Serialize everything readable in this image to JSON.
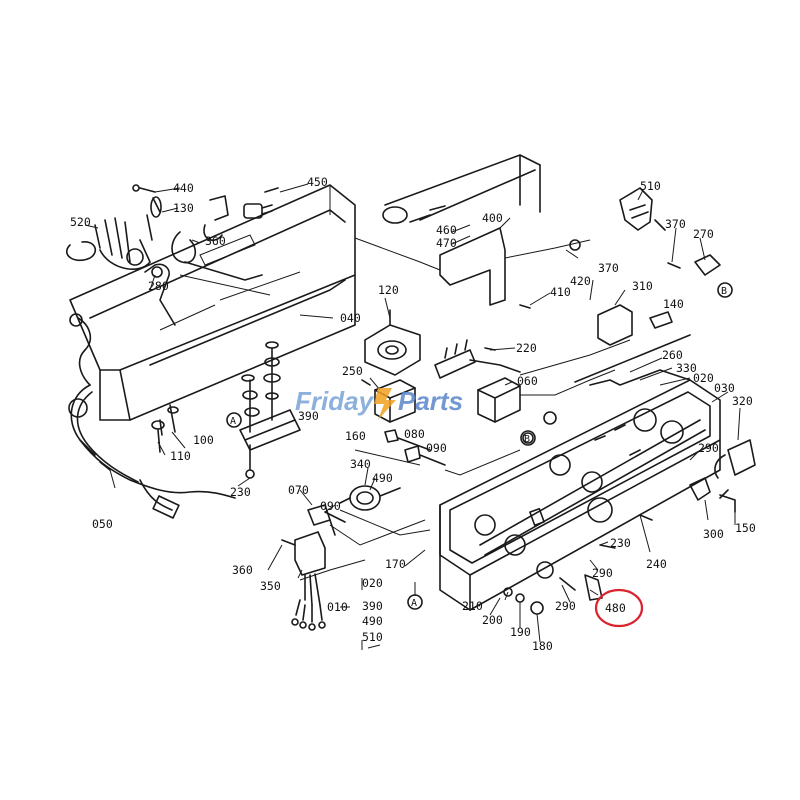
{
  "watermark": {
    "part1": "Friday",
    "part2": "Parts"
  },
  "highlight_color": "#d9232e",
  "brand_colors": {
    "friday": "#7aa3d8",
    "bolt": "#f0a020",
    "parts": "#5b86c9"
  },
  "callouts": {
    "c510": "510",
    "c370a": "370",
    "c270": "270",
    "cB1": "B",
    "c440": "440",
    "c130": "130",
    "c450": "450",
    "c520": "520",
    "c360a": "360",
    "c280": "280",
    "c460": "460",
    "c470": "470",
    "c400": "400",
    "c420": "420",
    "c370b": "370",
    "c410": "410",
    "c310": "310",
    "c140": "140",
    "c120": "120",
    "c040": "040",
    "c220": "220",
    "c250": "250",
    "c260": "260",
    "c330": "330",
    "c020a": "020",
    "c030": "030",
    "c320": "320",
    "c060": "060",
    "c160": "160",
    "c080": "080",
    "c090a": "090",
    "cB2": "B",
    "cA1": "A",
    "c390a": "390",
    "c100": "100",
    "c110": "110",
    "c230a": "230",
    "c340": "340",
    "c490a": "490",
    "c070": "070",
    "c090b": "090",
    "c050": "050",
    "c290a": "290",
    "c300": "300",
    "c150": "150",
    "c230b": "230",
    "c240": "240",
    "c360b": "360",
    "c350": "350",
    "c170": "170",
    "c290b": "290",
    "c290c": "290",
    "c020b": "020",
    "c010": "010",
    "c390b": "390",
    "c490b": "490",
    "c510b": "510",
    "cA2": "A",
    "c210": "210",
    "c200": "200",
    "c190": "190",
    "c180": "180",
    "c480": "480"
  }
}
